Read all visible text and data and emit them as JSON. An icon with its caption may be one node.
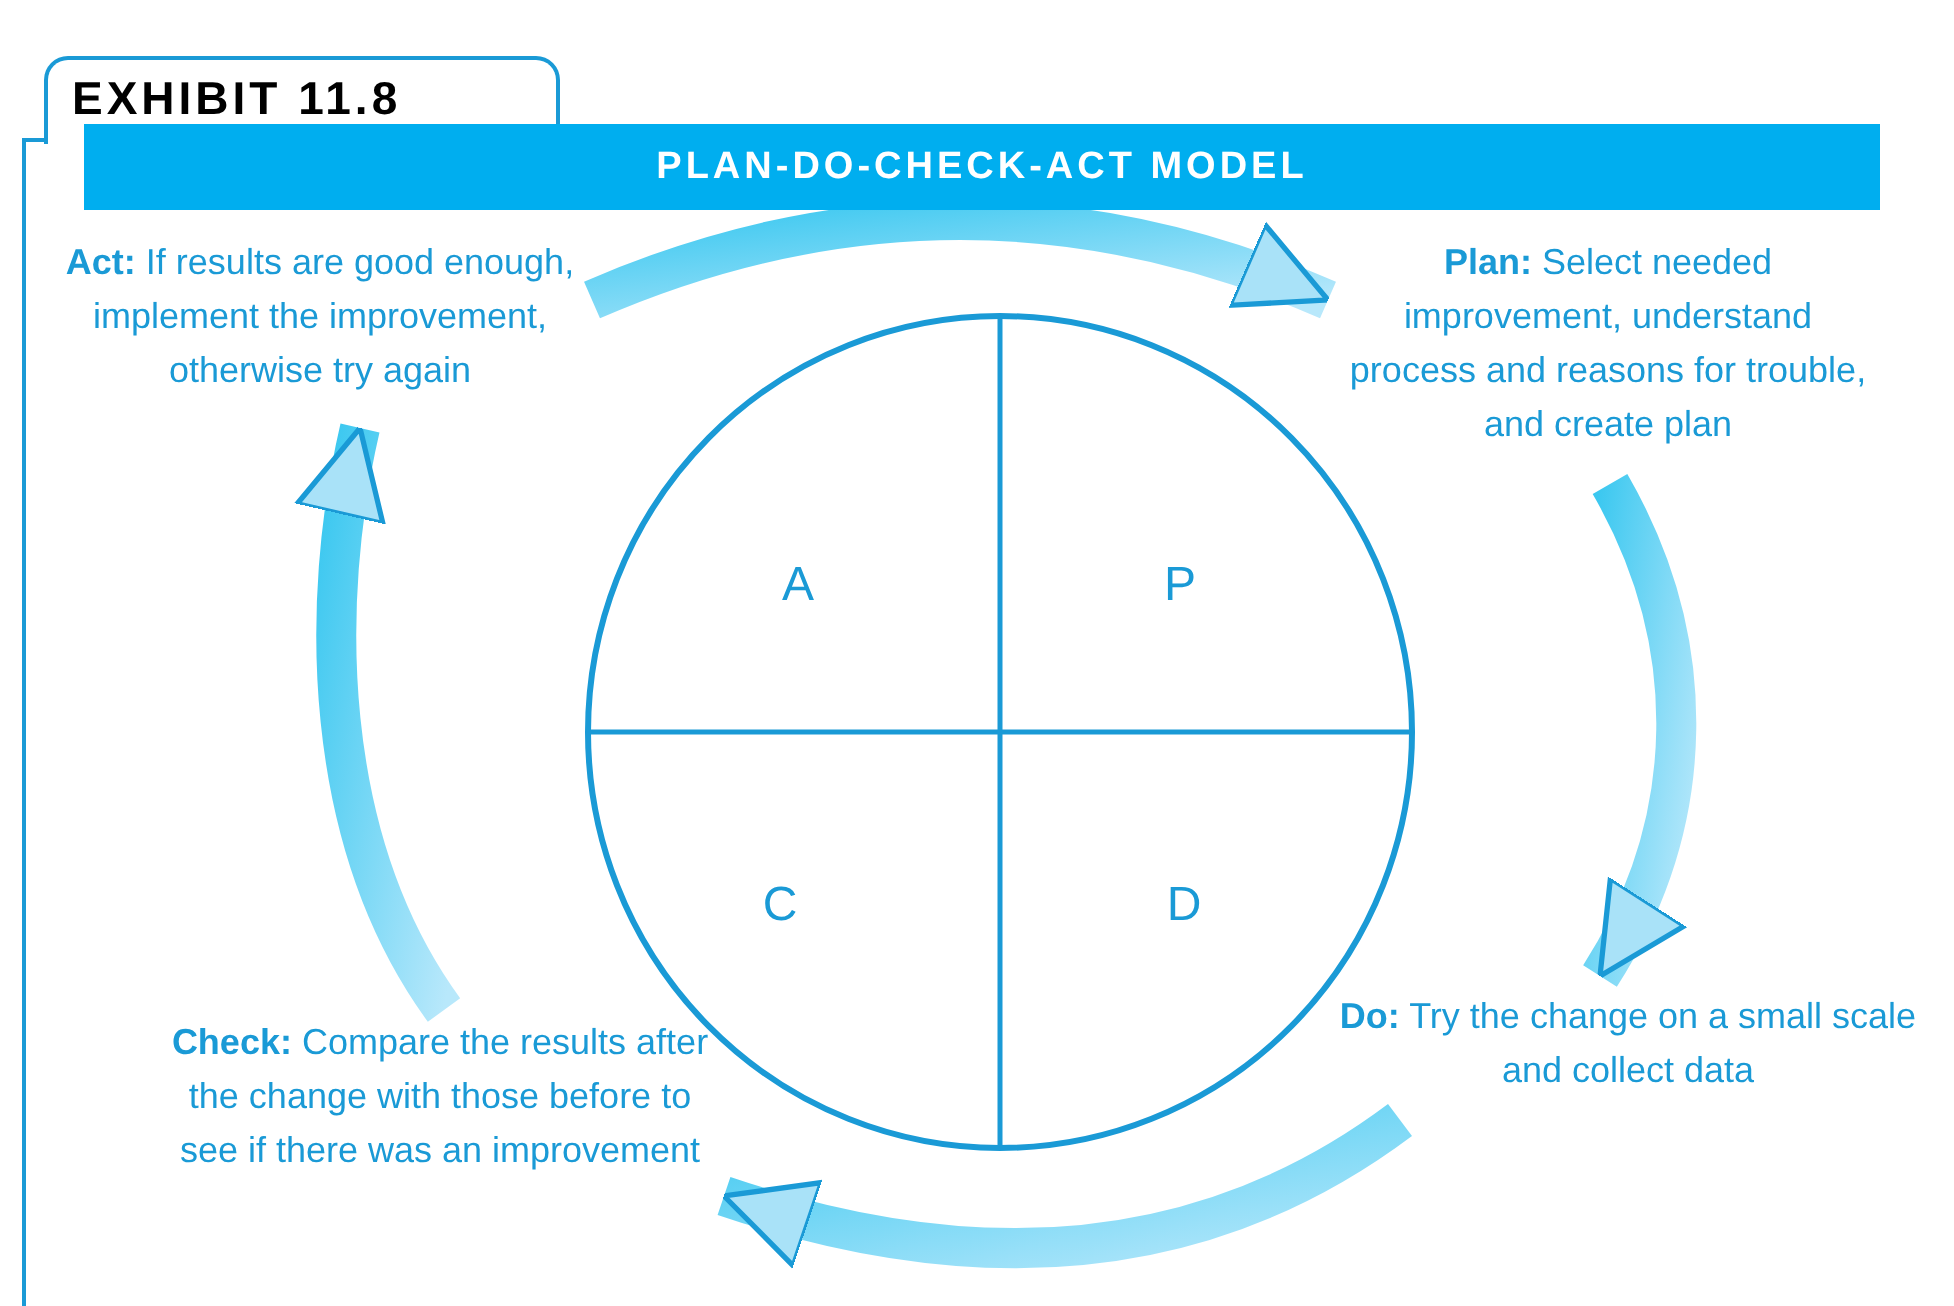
{
  "diagram": {
    "title": "PLAN-DO-CHECK-ACT MODEL",
    "nodes": [
      {
        "text": [
          "**Act:** If results are good enough, implement the improvement, otherwise try again"
        ]
      },
      {
        "text": [
          "**Plan:** Select needed improvement, understand process and reasons for trouble, and create plan"
        ]
      },
      {
        "text": [],
        "shape": "circle"
      },
      {
        "text": [
          "A"
        ],
        "in": 2
      },
      {
        "text": [
          "P"
        ],
        "in": 2
      },
      {
        "text": [
          "C"
        ],
        "in": 2
      },
      {
        "text": [
          "D"
        ],
        "in": 2
      },
      {
        "text": [
          "**Check:** Compare the results after the change with those before to see if there was an improvement"
        ]
      },
      {
        "text": [
          "**Do:** Try the change on a small scale and collect data"
        ]
      }
    ],
    "edges": [
      {
        "from": 0,
        "to": 1,
        "arrow": "to"
      },
      {
        "from": 1,
        "to": 8,
        "arrow": "to"
      },
      {
        "from": 8,
        "to": 7,
        "arrow": "to"
      },
      {
        "from": 7,
        "to": 0,
        "arrow": "to"
      }
    ],
    "labels": [
      "EXHIBIT 11.8"
    ]
  }
}
